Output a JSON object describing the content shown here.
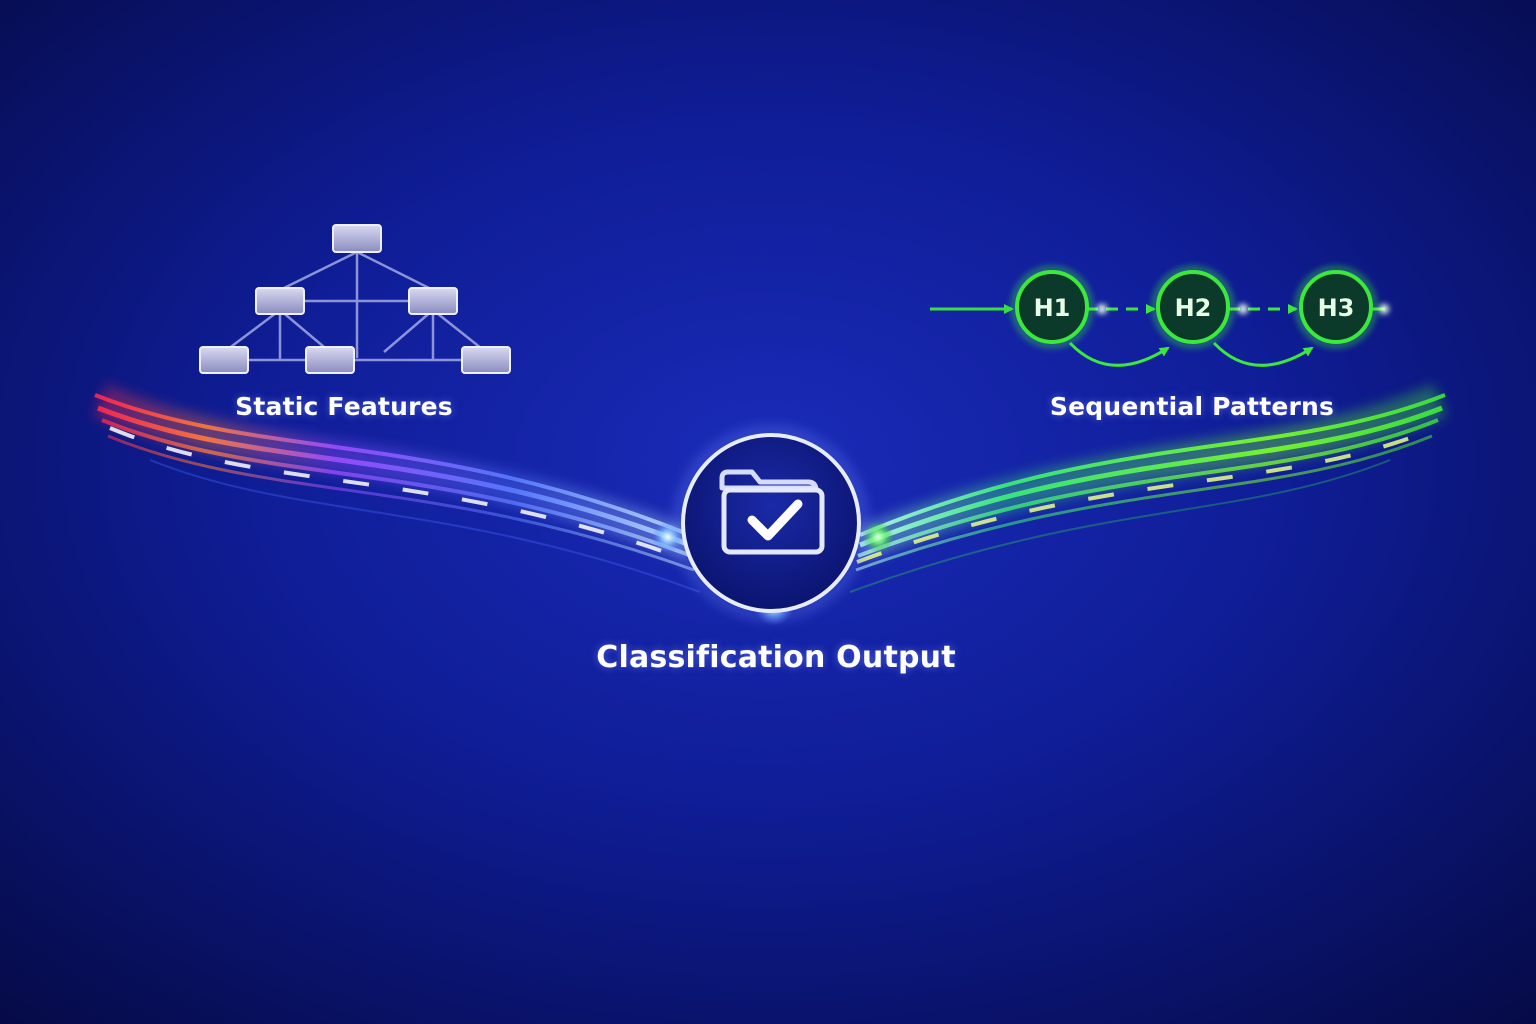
{
  "labels": {
    "static_features": "Static Features",
    "sequential_patterns": "Sequential Patterns",
    "classification_output": "Classification Output"
  },
  "sequence_nodes": [
    "H1",
    "H2",
    "H3"
  ],
  "icons": {
    "tree": "hierarchy-tree-icon",
    "output": "folder-check-icon"
  },
  "colors": {
    "background": "#0a1070",
    "left_stream": "#ff3a5c",
    "right_stream": "#3cf03c",
    "node_fill": "#0c3a2a",
    "tree_box": "#b6b8dc"
  }
}
